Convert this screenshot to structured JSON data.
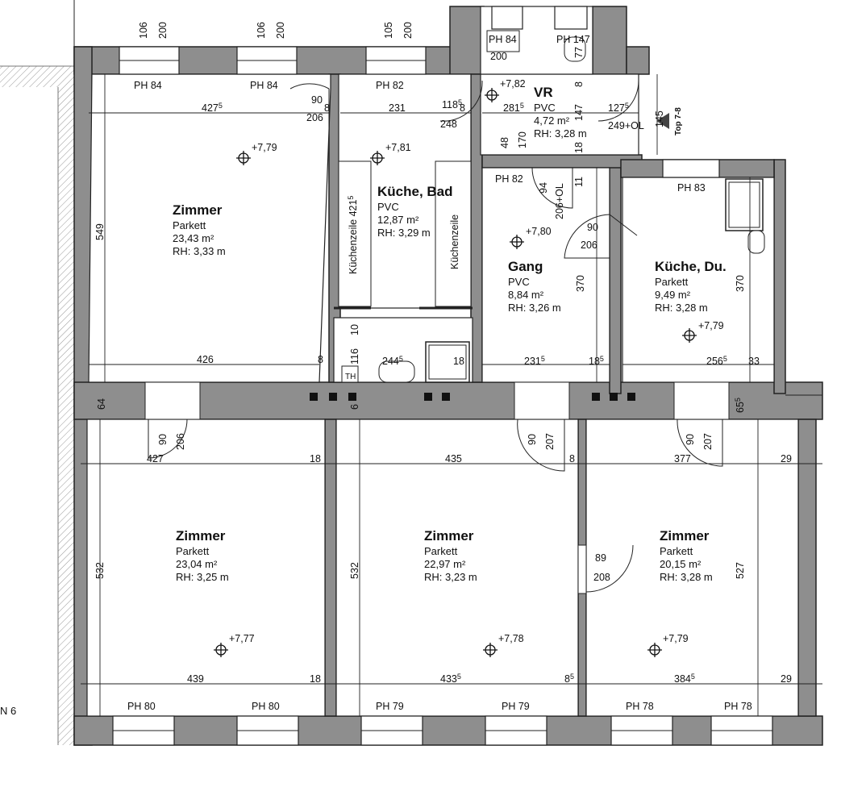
{
  "rooms": {
    "r1": {
      "name": "Zimmer",
      "floor": "Parkett",
      "area": "23,43 m²",
      "height": "RH: 3,33 m"
    },
    "r2": {
      "name": "Küche, Bad",
      "floor": "PVC",
      "area": "12,87 m²",
      "height": "RH: 3,29 m"
    },
    "r3": {
      "name": "VR",
      "floor": "PVC",
      "area": "4,72 m²",
      "height": "RH: 3,28 m"
    },
    "r4": {
      "name": "Gang",
      "floor": "PVC",
      "area": "8,84 m²",
      "height": "RH: 3,26 m"
    },
    "r5": {
      "name": "Küche, Du.",
      "floor": "Parkett",
      "area": "9,49 m²",
      "height": "RH: 3,28 m"
    },
    "r6": {
      "name": "Zimmer",
      "floor": "Parkett",
      "area": "23,04 m²",
      "height": "RH: 3,25 m"
    },
    "r7": {
      "name": "Zimmer",
      "floor": "Parkett",
      "area": "22,97 m²",
      "height": "RH: 3,23 m"
    },
    "r8": {
      "name": "Zimmer",
      "floor": "Parkett",
      "area": "20,15 m²",
      "height": "RH: 3,28 m"
    }
  },
  "levels": {
    "l1": "+7,79",
    "l2": "+7,81",
    "l3": "+7,82",
    "l4": "+7,80",
    "l5": "+7,79",
    "l6": "+7,77",
    "l7": "+7,78",
    "l8": "+7,79"
  },
  "parapets": {
    "p1": "PH 84",
    "p2": "PH 84",
    "p3": "PH 82",
    "p4": "PH 82",
    "p5": "PH 83",
    "p6": "PH 80",
    "p7": "PH 80",
    "p8": "PH 79",
    "p9": "PH 79",
    "p10": "PH 78",
    "p11": "PH 78",
    "p12": "PH 147",
    "p13": "PH 84"
  },
  "dims": {
    "w1a": "106",
    "w1b": "200",
    "w2a": "106",
    "w2b": "200",
    "w3a": "105",
    "w3b": "200",
    "r1w": "427",
    "r1w_s": "5",
    "r1h": "549",
    "r1b": "426",
    "r1b8": "8",
    "d1a": "90",
    "d1b": "206",
    "d1c": "8",
    "r2w": "231",
    "r2d1": "118",
    "r2d1s": "5",
    "r2d2": "8",
    "r2d3": "248",
    "kz": "Küchenzeile 421",
    "kz_s": "5",
    "kz2": "Küchenzeile",
    "b10": "10",
    "b116": "116",
    "b6": "6",
    "b244": "244",
    "b244s": "5",
    "b18": "18",
    "th": "TH",
    "v281": "281",
    "v281s": "5",
    "v147": "147",
    "v8": "8",
    "v127": "127",
    "v127s": "5",
    "v249": "249+OL",
    "v145": "145",
    "v48": "48",
    "v170": "170",
    "v18": "18",
    "v200": "200",
    "v77": "77",
    "top": "Top 7-8",
    "g94": "94",
    "g206ol": "206+OL",
    "g11": "11",
    "g90": "90",
    "g206": "206",
    "g370": "370",
    "g231": "231",
    "g231s": "5",
    "g18": "18",
    "g18s": "5",
    "k370": "370",
    "k256": "256",
    "k256s": "5",
    "k33": "33",
    "m64": "64",
    "m6": "6",
    "m65": "65",
    "m65s": "5",
    "a90": "90",
    "a206": "206",
    "a427": "427",
    "a18": "18",
    "a532": "532",
    "a439": "439",
    "a18b": "18",
    "b90": "90",
    "b207": "207",
    "b435": "435",
    "b8": "8",
    "b532": "532",
    "b433": "433",
    "b433s": "5",
    "b8b": "8",
    "b8bs": "5",
    "c90": "90",
    "c207": "207",
    "c377": "377",
    "c29": "29",
    "c527": "527",
    "c384": "384",
    "c384s": "5",
    "c29b": "29",
    "c89": "89",
    "c208": "208"
  },
  "neighbor": "N 6"
}
